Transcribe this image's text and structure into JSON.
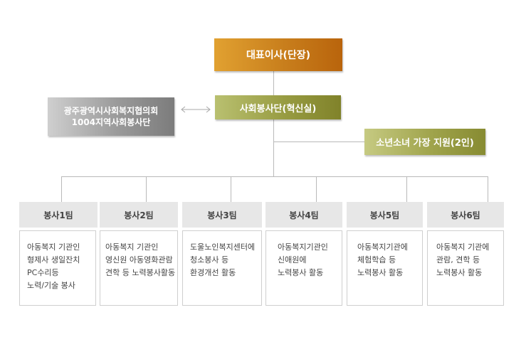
{
  "ceo": {
    "label": "대표이사(단장)"
  },
  "service_group": {
    "label": "사회봉사단(혁신실)"
  },
  "council": {
    "line1": "광주광역시사회복지협의회",
    "line2": "1004지역사회봉사단"
  },
  "youth_support": {
    "label": "소년소녀 가장 지원(2인)"
  },
  "teams": [
    {
      "name": "봉사1팀",
      "lines": [
        "아동복지 기관인",
        "형제사 생일잔치",
        "PC수리등",
        "노력/기술 봉사"
      ]
    },
    {
      "name": "봉사2팀",
      "lines": [
        "아동복지 기관인",
        "영신원 아동영화관람",
        "견학 등 노력봉사활동"
      ]
    },
    {
      "name": "봉사3팀",
      "lines": [
        "도울노인복지센터에",
        "청소봉사 등",
        "환경개선 활동"
      ]
    },
    {
      "name": "봉사4팀",
      "lines": [
        "아동복지기관인",
        "신애원에",
        "노력봉사 활동"
      ]
    },
    {
      "name": "봉사5팀",
      "lines": [
        "아동복지기관에",
        "체험학습 등",
        "노력봉사 활동"
      ]
    },
    {
      "name": "봉사6팀",
      "lines": [
        "아동복지 기관에",
        "관람, 견학 등",
        "노력봉사 활동"
      ]
    }
  ]
}
